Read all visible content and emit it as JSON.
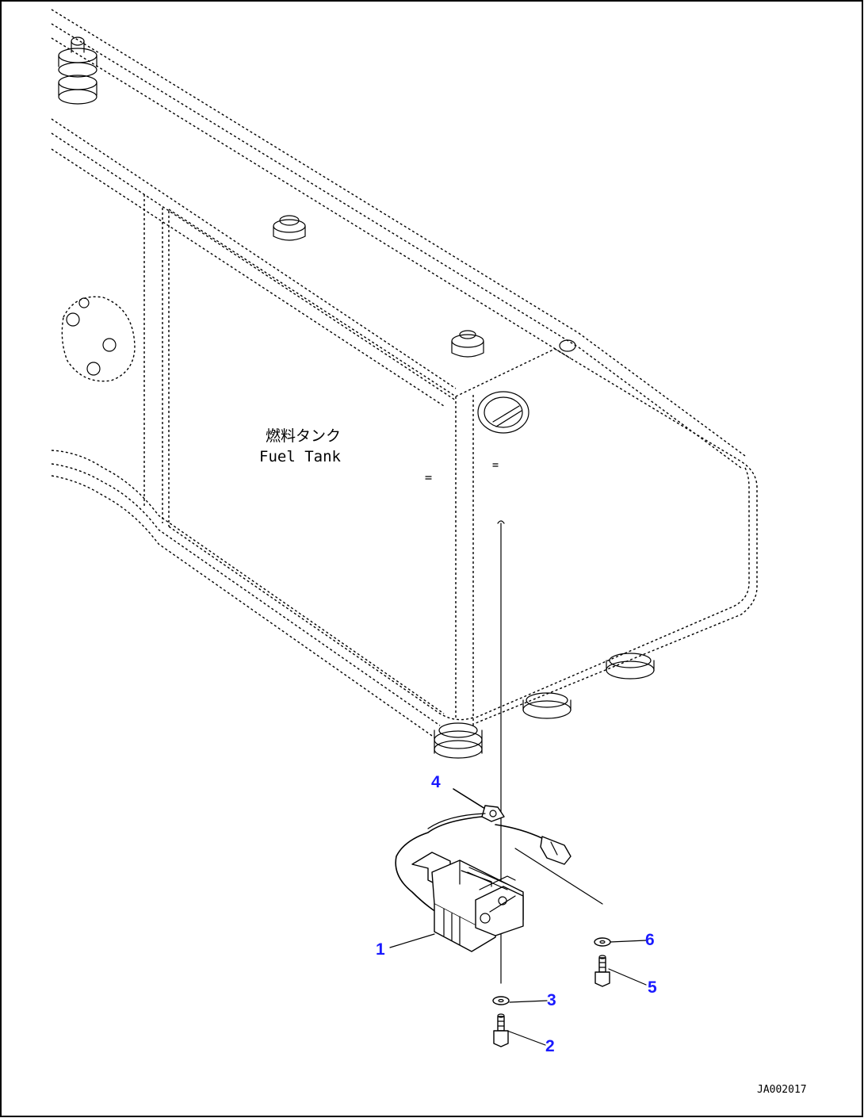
{
  "diagram": {
    "tank_label_ja": "燃料タンク",
    "tank_label_en": "Fuel Tank",
    "drawing_code": "JA002017",
    "callout_color": "#1a1aff",
    "callouts": [
      {
        "id": "callout-1",
        "label": "1"
      },
      {
        "id": "callout-2",
        "label": "2"
      },
      {
        "id": "callout-3",
        "label": "3"
      },
      {
        "id": "callout-4",
        "label": "4"
      },
      {
        "id": "callout-5",
        "label": "5"
      },
      {
        "id": "callout-6",
        "label": "6"
      }
    ]
  }
}
